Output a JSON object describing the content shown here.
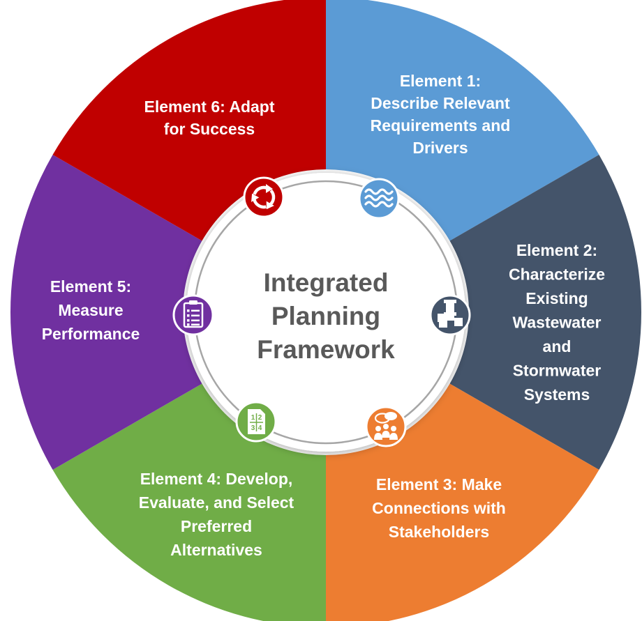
{
  "center": {
    "lines": [
      "Integrated",
      "Planning",
      "Framework"
    ]
  },
  "segments": [
    {
      "id": "element-1",
      "color": "#5b9bd5",
      "icon": "water-waves-icon",
      "lines": [
        "Element 1:",
        "Describe Relevant",
        "Requirements and",
        "Drivers"
      ]
    },
    {
      "id": "element-2",
      "color": "#44546a",
      "icon": "pipes-icon",
      "lines": [
        "Element 2:",
        "Characterize",
        "Existing",
        "Wastewater",
        "and",
        "Stormwater",
        "Systems"
      ]
    },
    {
      "id": "element-3",
      "color": "#ed7d31",
      "icon": "stakeholders-icon",
      "lines": [
        "Element 3: Make",
        "Connections with",
        "Stakeholders"
      ]
    },
    {
      "id": "element-4",
      "color": "#70ad47",
      "icon": "fraction-grid-icon",
      "lines": [
        "Element 4: Develop,",
        "Evaluate, and Select",
        "Preferred",
        "Alternatives"
      ]
    },
    {
      "id": "element-5",
      "color": "#7030a0",
      "icon": "clipboard-checklist-icon",
      "lines": [
        "Element 5:",
        "Measure",
        "Performance"
      ]
    },
    {
      "id": "element-6",
      "color": "#c00000",
      "icon": "cycle-arrows-icon",
      "lines": [
        "Element 6: Adapt",
        "for Success"
      ]
    }
  ],
  "icon_glyphs": {
    "fraction": [
      "1",
      "2",
      "3",
      "4"
    ]
  }
}
